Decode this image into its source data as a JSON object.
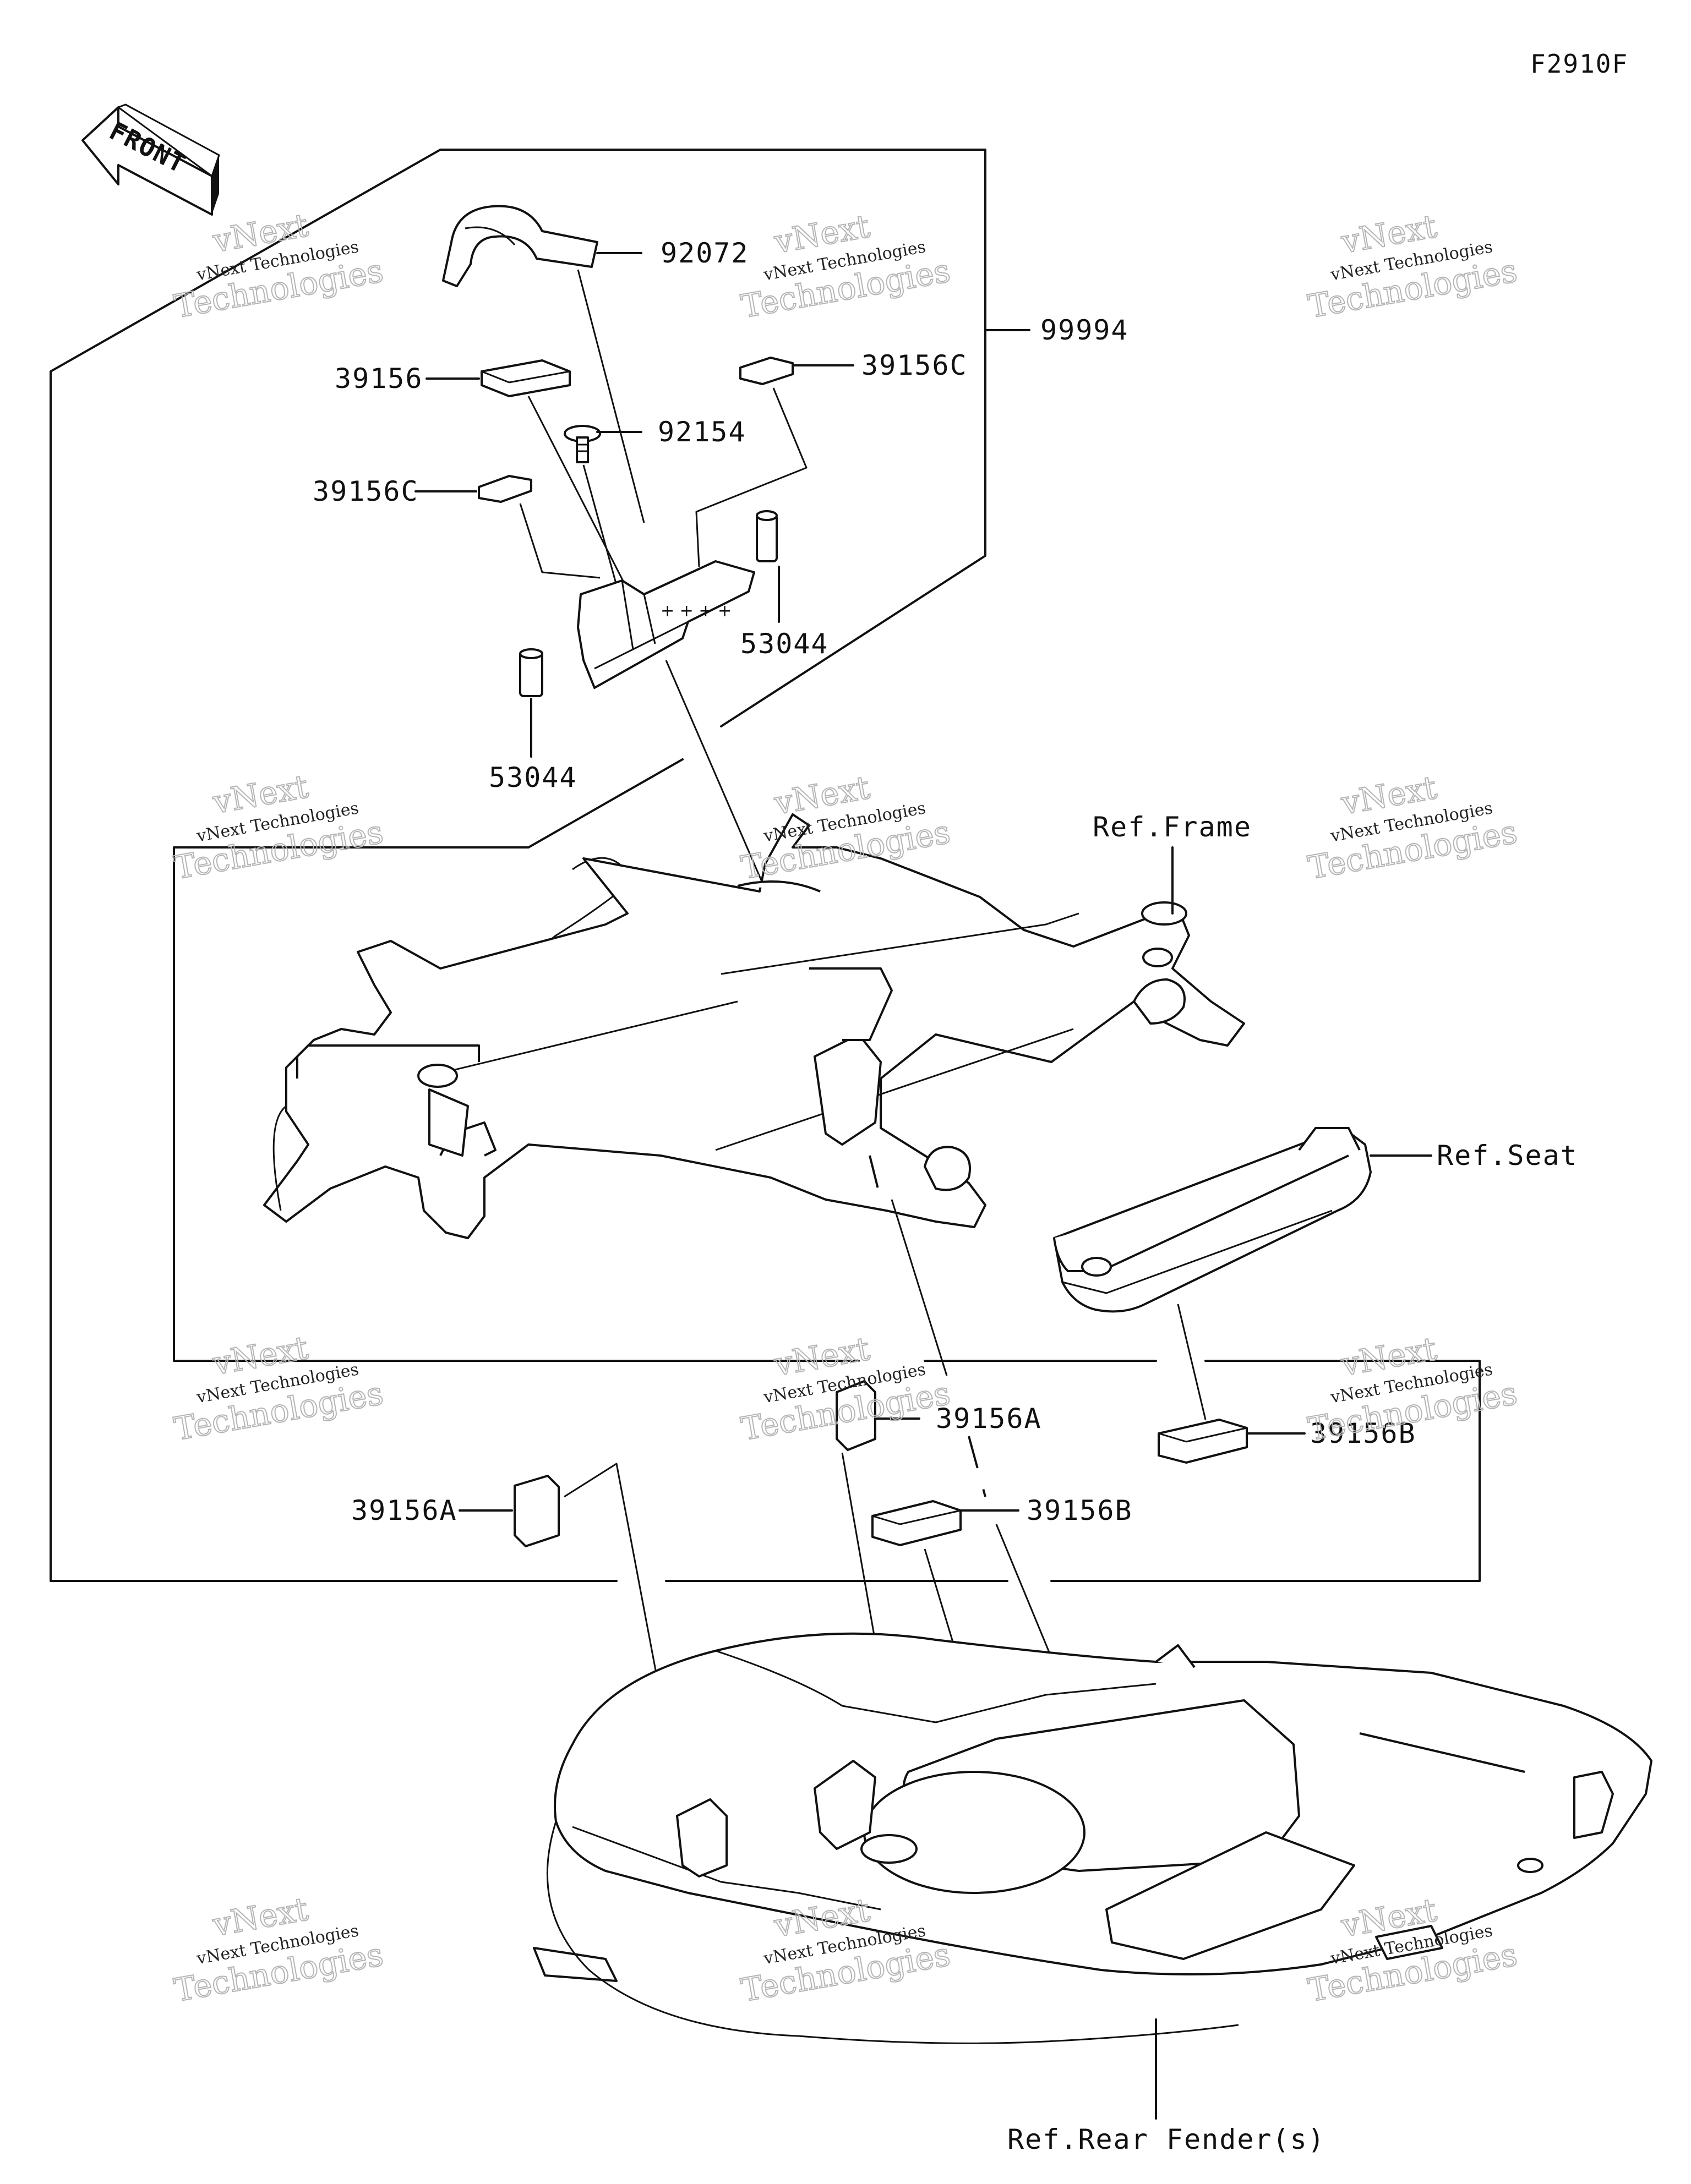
{
  "figure_code": "F2910F",
  "front_arrow": {
    "label": "FRONT",
    "icon": "front-direction-arrow-icon"
  },
  "parts": {
    "p92072": "92072",
    "p39156": "39156",
    "p39156C_top": "39156C",
    "p99994": "99994",
    "p92154": "92154",
    "p39156C_left": "39156C",
    "p53044_right": "53044",
    "p53044_left": "53044",
    "p39156A_center": "39156A",
    "p39156B_right": "39156B",
    "p39156A_left": "39156A",
    "p39156B_center": "39156B"
  },
  "references": {
    "frame": "Ref.Frame",
    "seat": "Ref.Seat",
    "rear_fender": "Ref.Rear Fender(s)"
  },
  "watermark": {
    "small": "vNext Technologies",
    "big": "Technologies",
    "top": "vNext"
  }
}
